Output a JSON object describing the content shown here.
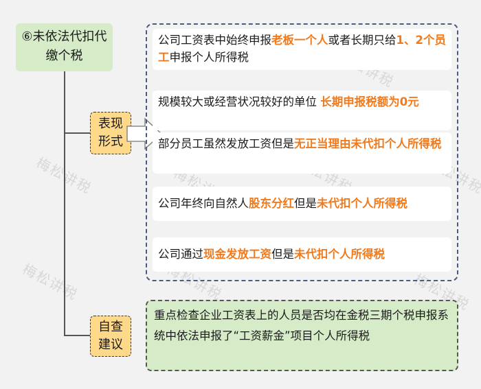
{
  "watermark": "梅松讲税",
  "title": {
    "line1": "⑥未依法代扣代",
    "line2": "缴个税"
  },
  "label_manifest": "表现\n形式",
  "label_manifest_l1": "表现",
  "label_manifest_l2": "形式",
  "label_check_l1": "自查",
  "label_check_l2": "建议",
  "items": [
    {
      "parts": [
        {
          "t": "公司工资表中始终申报"
        },
        {
          "t": "老板一个人",
          "hl": true
        },
        {
          "t": "或者长期只给"
        },
        {
          "t": "1、2个员工",
          "hl": true
        },
        {
          "t": "申报个人所得税"
        }
      ]
    },
    {
      "parts": [
        {
          "t": "规模较大或经营状况较好的单位 "
        },
        {
          "t": "长期申报税额为0元",
          "hl": true
        }
      ]
    },
    {
      "parts": [
        {
          "t": "部分员工虽然发放工资但是"
        },
        {
          "t": "无正当理由未代扣个人所得税",
          "hl": true
        }
      ]
    },
    {
      "parts": [
        {
          "t": "公司年终向自然人"
        },
        {
          "t": "股东分红",
          "hl": true
        },
        {
          "t": "但是"
        },
        {
          "t": "未代扣个人所得税",
          "hl": true
        }
      ]
    },
    {
      "parts": [
        {
          "t": "公司通过"
        },
        {
          "t": "现金发放工资",
          "hl": true
        },
        {
          "t": "但是"
        },
        {
          "t": "未代扣个人所得税",
          "hl": true
        }
      ]
    }
  ],
  "suggestion": "重点检查企业工资表上的人员是否均在金税三期个税申报系统中依法申报了“工资薪金”项目个人所得税",
  "colors": {
    "highlight": "#f07a1c",
    "green_box": "#d6ecc9",
    "yellow_box": "#ffd98a",
    "panel_border": "#4a5a80"
  }
}
